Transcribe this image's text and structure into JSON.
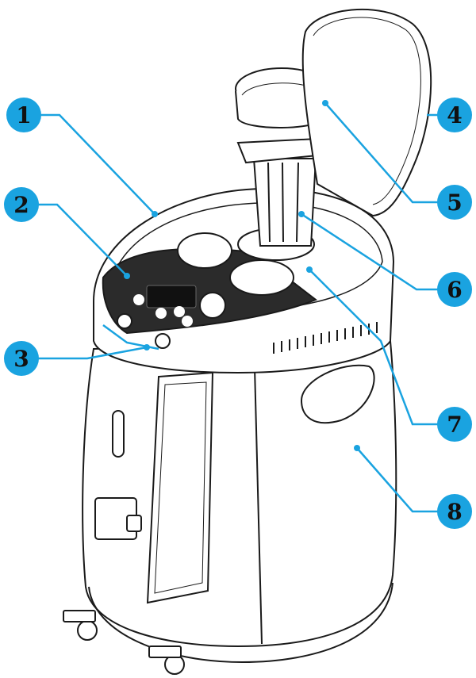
{
  "callouts": [
    {
      "label": "1"
    },
    {
      "label": "2"
    },
    {
      "label": "3"
    },
    {
      "label": "4"
    },
    {
      "label": "5"
    },
    {
      "label": "6"
    },
    {
      "label": "7"
    },
    {
      "label": "8"
    }
  ],
  "colors": {
    "accent": "#1aa3e0",
    "line": "#1a1a1a",
    "panel": "#2b2b2b"
  }
}
